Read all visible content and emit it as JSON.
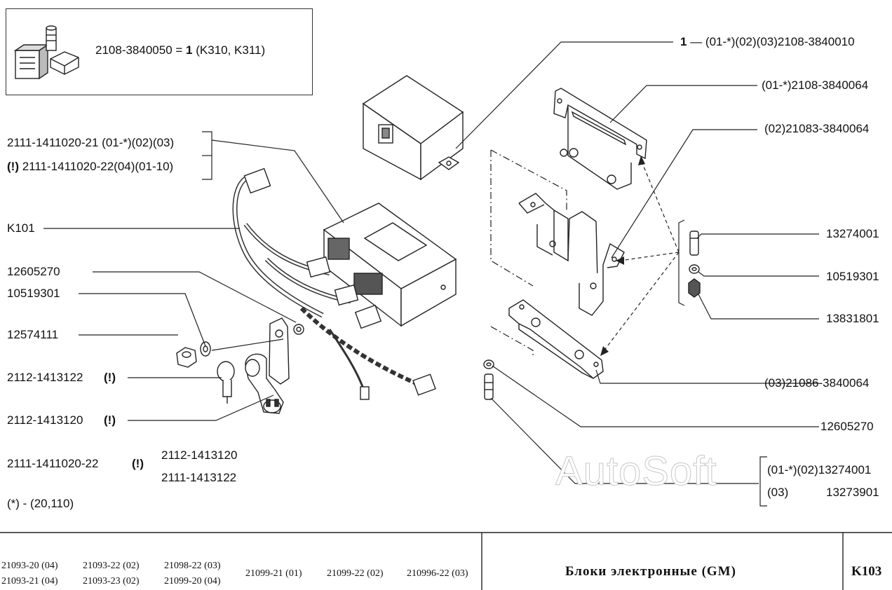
{
  "inset": {
    "formula_prefix": "2108-3840050 = ",
    "formula_bold": "1",
    "formula_suffix": " (K310, K311)"
  },
  "left_labels": {
    "ecu_line1": "2111-1411020-21  (01-*)(02)(03)",
    "ecu_line2_mark": "(!)",
    "ecu_line2": "  2111-1411020-22(04)(01-10)",
    "k101": "K101",
    "washer_a": "12605270",
    "washer_b": "10519301",
    "nut": "12574111",
    "part_2112_1413122": "2112-1413122",
    "part_2112_1413120": "2112-1413120",
    "mark": "(!)",
    "note_part": "2111-1411020-22",
    "note_mark": "(!)",
    "note_replace_1": "2112-1413120",
    "note_replace_2": "2111-1413122",
    "footnote": "(*)  -  (20,110)"
  },
  "right_labels": {
    "item1_num": "1",
    "item1_dash": " —  ",
    "item1_code": "(01-*)(02)(03)2108-3840010",
    "bracket_01": "(01-*)2108-3840064",
    "bracket_02": "(02)21083-3840064",
    "bolt": "13274001",
    "washer": "10519301",
    "nut": "13831801",
    "bracket_03": "(03)21086-3840064",
    "washer_lower": "12605270",
    "bolt_var1": "(01-*)(02)13274001",
    "bolt_var2_group": "(03)",
    "bolt_var2_code": "13273901"
  },
  "watermark": "AutoSoft",
  "footer": {
    "models_col1": [
      "21093-20 (04)",
      "21093-21 (04)"
    ],
    "models_col2": [
      "21093-22 (02)",
      "21093-23 (02)"
    ],
    "models_col3": [
      "21098-22 (03)",
      "21099-20 (04)"
    ],
    "models_col4": "21099-21 (01)",
    "models_col5": "21099-22 (02)",
    "models_col6": "210996-22 (03)",
    "title": "Блоки электронные (GM)",
    "sheet": "K103"
  }
}
